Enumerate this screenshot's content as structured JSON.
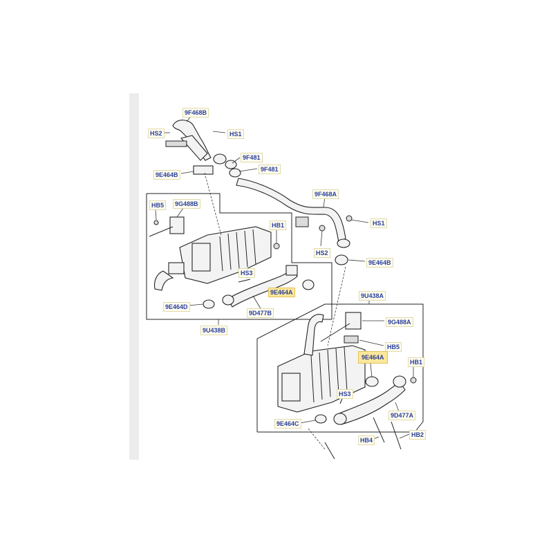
{
  "labels": {
    "l9F468B": "9F468B",
    "lHS2_top": "HS2",
    "lHS1_top": "HS1",
    "l9F481_a": "9F481",
    "l9F481_b": "9F481",
    "l9E464B_top": "9E464B",
    "lHB5_left": "HB5",
    "l9G488B": "9G488B",
    "lHB1_left": "HB1",
    "l9F468A": "9F468A",
    "lHS1_mid": "HS1",
    "lHS2_mid": "HS2",
    "l9E464B_mid": "9E464B",
    "lHS3_left": "HS3",
    "l9E464A_left": "9E464A",
    "l9E464D": "9E464D",
    "l9D477B": "9D477B",
    "l9U438B": "9U438B",
    "l9U438A": "9U438A",
    "l9G488A": "9G488A",
    "lHB5_right": "HB5",
    "l9E464A_right": "9E464A",
    "lHB1_right": "HB1",
    "lHS3_right": "HS3",
    "l9D477A": "9D477A",
    "l9E464C": "9E464C",
    "lHB4": "HB4",
    "lHB2": "HB2"
  },
  "colors": {
    "label_text": "#2a3f9a",
    "label_highlight": "#fbe79b",
    "line": "#222222"
  }
}
